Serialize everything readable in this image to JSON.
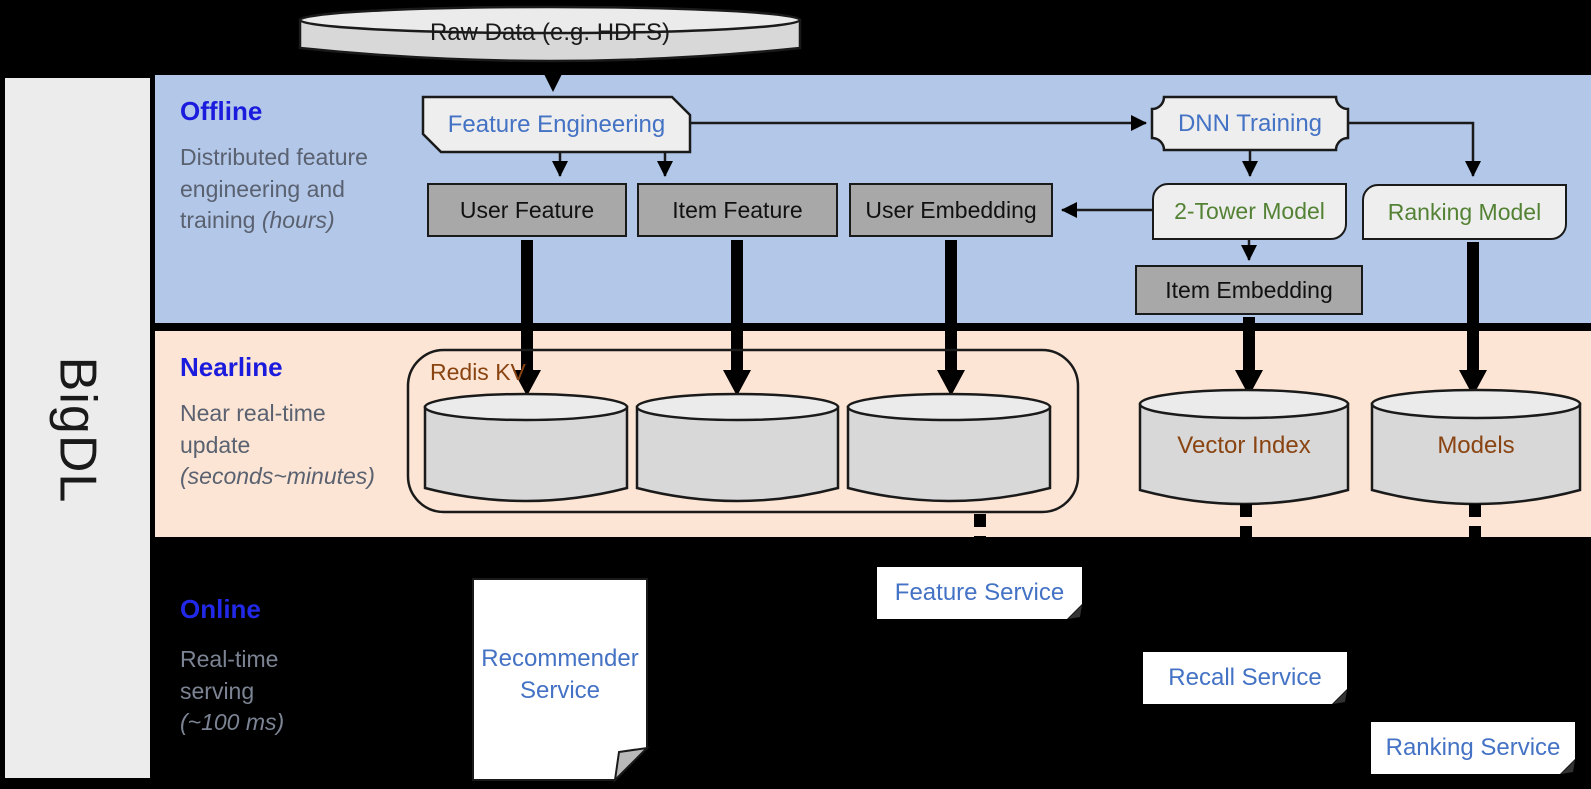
{
  "sidebar": {
    "brand": "BigDL"
  },
  "source": {
    "label": "Raw Data (e.g. HDFS)"
  },
  "bands": {
    "offline": {
      "title": "Offline",
      "desc": "Distributed feature engineering and training",
      "desc_italic": "(hours)"
    },
    "nearline": {
      "title": "Nearline",
      "desc": "Near real-time update",
      "desc_italic": "(seconds~minutes)"
    },
    "online": {
      "title": "Online",
      "desc": "Real-time serving",
      "desc_italic": "(~100 ms)"
    }
  },
  "nodes": {
    "feature_engineering": "Feature Engineering",
    "dnn_training": "DNN Training",
    "user_feature": "User Feature",
    "item_feature": "Item Feature",
    "user_embedding": "User Embedding",
    "two_tower_model": "2-Tower Model",
    "ranking_model": "Ranking Model",
    "item_embedding": "Item Embedding",
    "redis_kv": "Redis KV",
    "vector_index": "Vector Index",
    "models": "Models",
    "recommender_service": "Recommender Service",
    "feature_service": "Feature Service",
    "recall_service": "Recall Service",
    "ranking_service": "Ranking Service"
  },
  "colors": {
    "band_offline": "#b3c7e8",
    "band_nearline": "#fce5d4",
    "background": "#000000",
    "title_blue": "#1b1bdd",
    "node_text_blue": "#4472c4",
    "model_text_green": "#548235",
    "storage_text_brown": "#8a4412",
    "gray_node_fill": "#a8a8a8",
    "light_node_fill": "#eeeeee"
  }
}
